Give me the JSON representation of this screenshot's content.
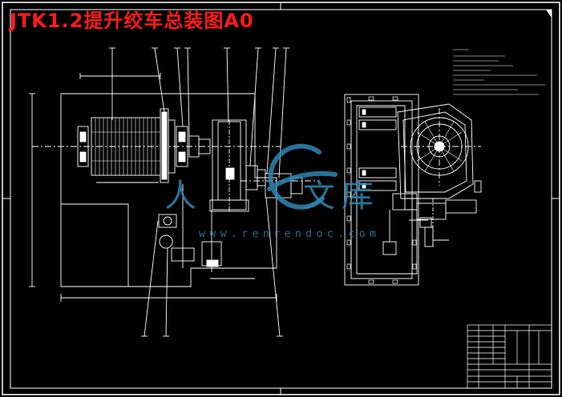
{
  "drawing": {
    "title": "JTK1.2提升绞车总装图A0"
  },
  "watermark": {
    "url": "www.renrendoc.com",
    "glyphs": [
      "人",
      "文",
      "库"
    ]
  },
  "colors": {
    "background": "#000000",
    "line": "#ffffff",
    "title": "#ff1a1a",
    "watermark": "#2e86b3"
  },
  "icons": {
    "logo": "renrendoc-watermark-logo"
  }
}
